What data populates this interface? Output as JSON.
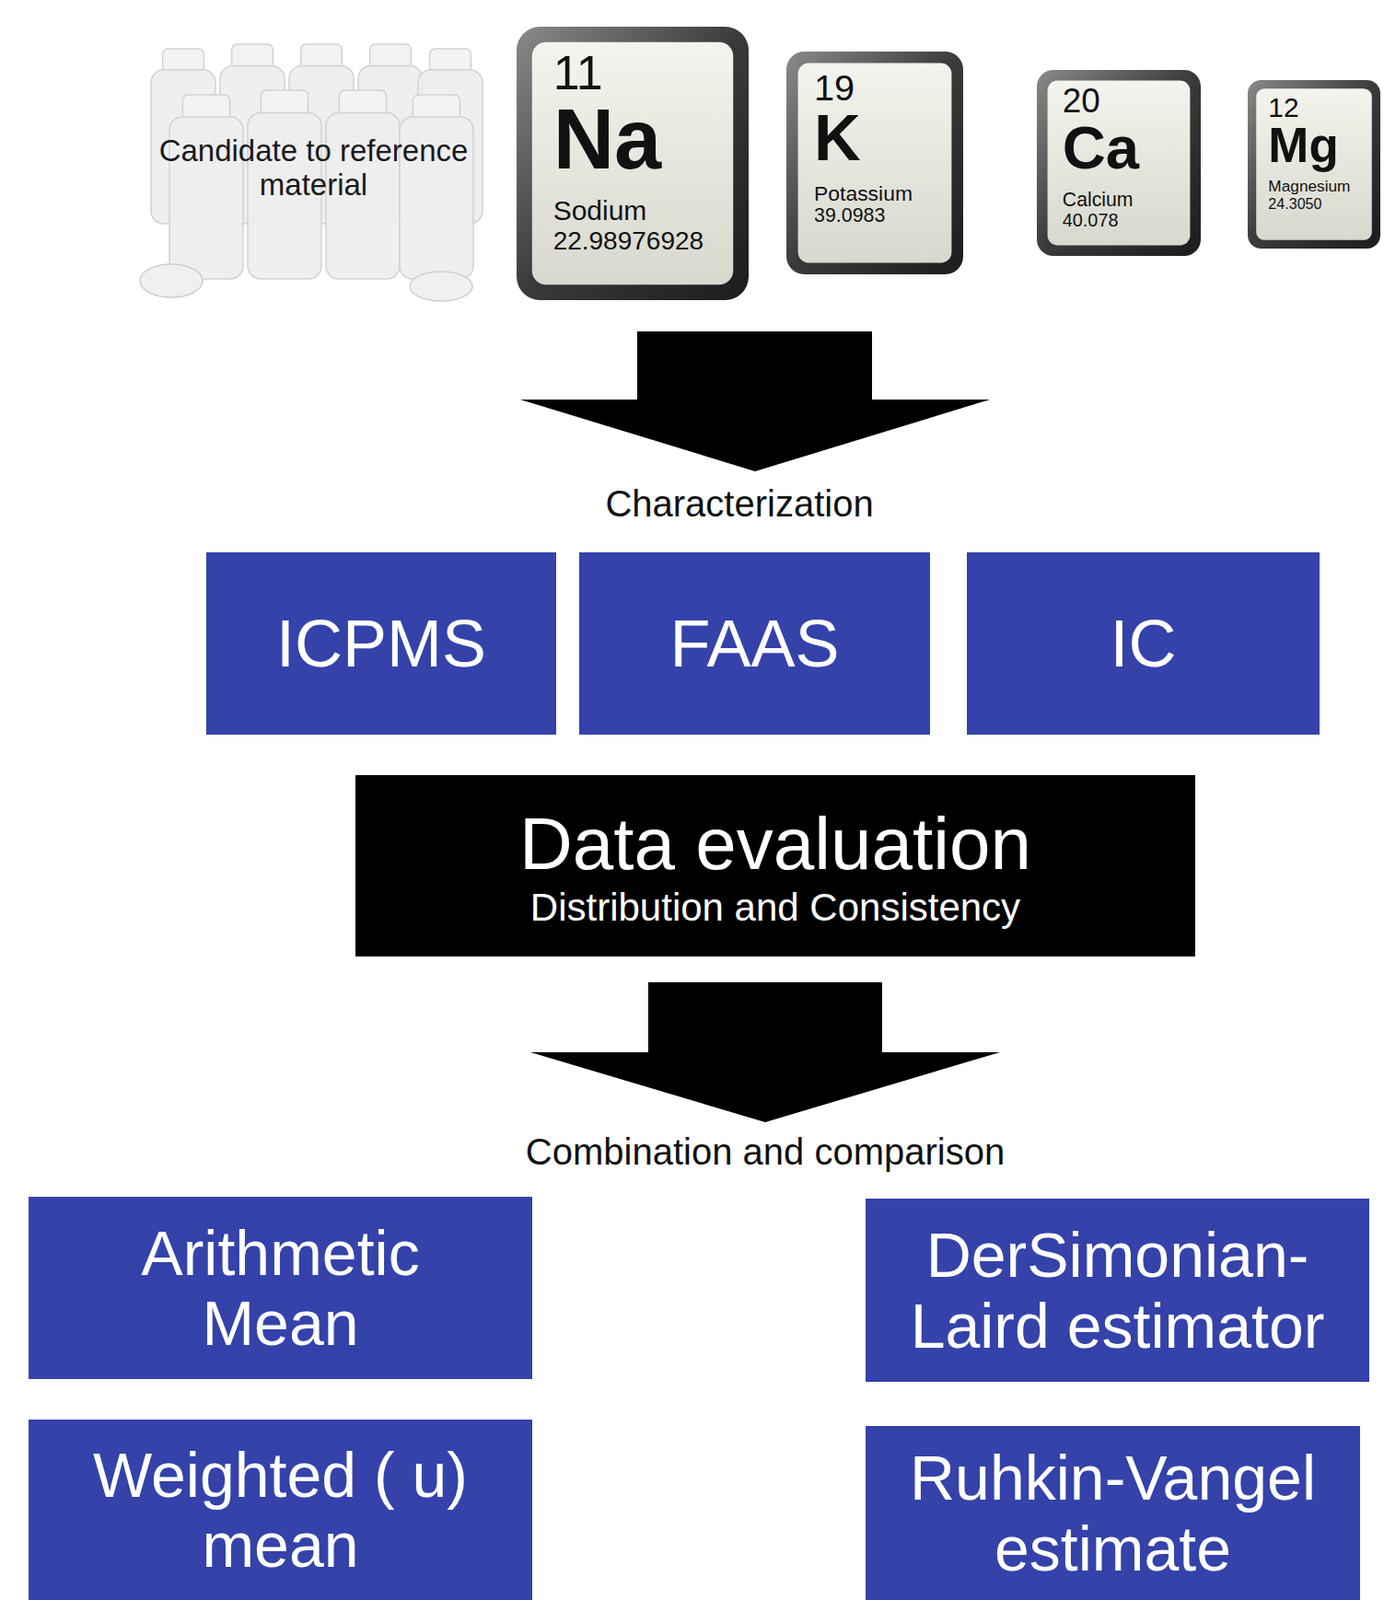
{
  "diagram": {
    "nodes": [
      {
        "text": [
          "Candidate to reference material"
        ]
      },
      {
        "text": [
          "11",
          "Na",
          "Sodium",
          "22.98976928"
        ]
      },
      {
        "text": [
          "19",
          "K",
          "Potassium",
          "39.0983"
        ]
      },
      {
        "text": [
          "20",
          "Ca",
          "Calcium",
          "40.078"
        ]
      },
      {
        "text": [
          "12",
          "Mg",
          "Magnesium",
          "24.3050"
        ]
      },
      {
        "text": [
          "ICPMS"
        ]
      },
      {
        "text": [
          "FAAS"
        ]
      },
      {
        "text": [
          "IC"
        ]
      },
      {
        "text": [
          "Data evaluation",
          "Distribution and Consistency"
        ]
      },
      {
        "text": [
          "Arithmetic Mean"
        ]
      },
      {
        "text": [
          "DerSimonian-Laird estimator"
        ]
      },
      {
        "text": [
          "Weighted ( u) mean"
        ]
      },
      {
        "text": [
          "Ruhkin-Vangel estimate"
        ]
      }
    ],
    "labels": [
      "Characterization",
      "Combination and comparison"
    ]
  }
}
